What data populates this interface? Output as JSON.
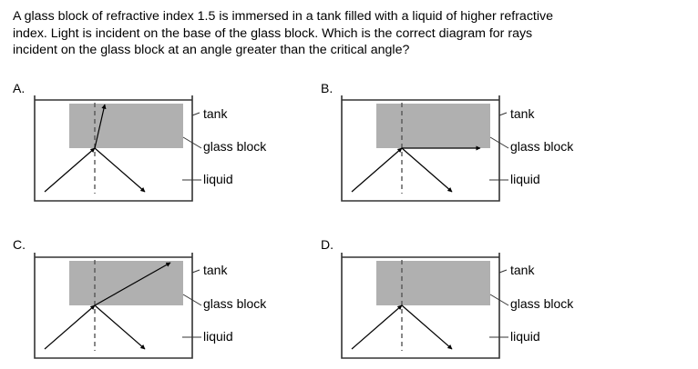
{
  "question": {
    "lines": [
      "A glass block of refractive index 1.5 is immersed in a tank filled with a liquid of higher refractive",
      "index. Light is incident on the base of the glass block. Which is the correct diagram for rays",
      "incident on the glass block at an angle greater than the critical angle?"
    ]
  },
  "labels": {
    "tank": "tank",
    "glass_block": "glass block",
    "liquid": "liquid"
  },
  "colors": {
    "glass": "#b0b0b0",
    "lines": "#333333",
    "normal": "#555555"
  },
  "options": [
    {
      "letter": "A.",
      "transmitted_ray": "refracted-toward-normal"
    },
    {
      "letter": "B.",
      "transmitted_ray": "along-surface"
    },
    {
      "letter": "C.",
      "transmitted_ray": "refracted-away-from-normal"
    },
    {
      "letter": "D.",
      "transmitted_ray": "none-total-internal-reflection"
    }
  ]
}
